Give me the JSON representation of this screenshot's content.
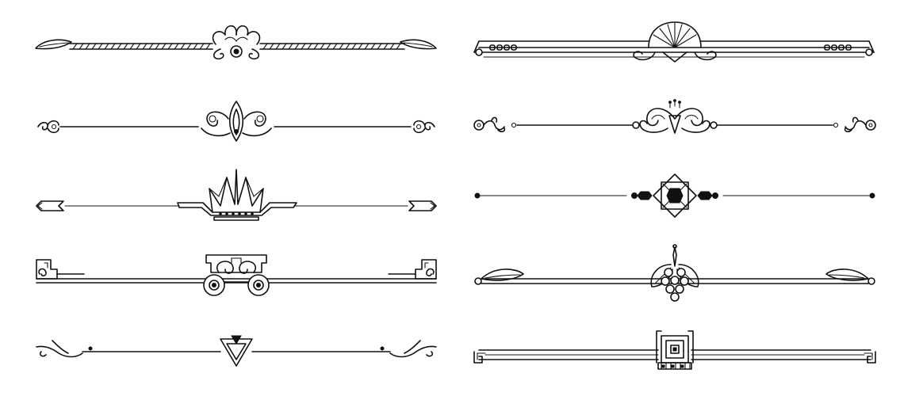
{
  "sheet": {
    "background": "#ffffff",
    "ink": "#111111",
    "columns": 2,
    "rows": 5
  },
  "dividers": [
    {
      "id": "left-1",
      "motif": "fan-scallop-with-leaf-ends"
    },
    {
      "id": "left-2",
      "motif": "lotus-spade-with-scroll-ends"
    },
    {
      "id": "left-3",
      "motif": "crown-with-arrow-ends"
    },
    {
      "id": "left-4",
      "motif": "ionic-capital-with-scroll-ends"
    },
    {
      "id": "left-5",
      "motif": "inverted-triangle-with-flourish-ends"
    },
    {
      "id": "right-1",
      "motif": "sunburst-shell-rail"
    },
    {
      "id": "right-2",
      "motif": "floral-swirl-with-vine-ends"
    },
    {
      "id": "right-3",
      "motif": "diamond-star-with-dot-ends"
    },
    {
      "id": "right-4",
      "motif": "grape-cluster-with-leaf-ends"
    },
    {
      "id": "right-5",
      "motif": "greek-key-rail"
    }
  ]
}
